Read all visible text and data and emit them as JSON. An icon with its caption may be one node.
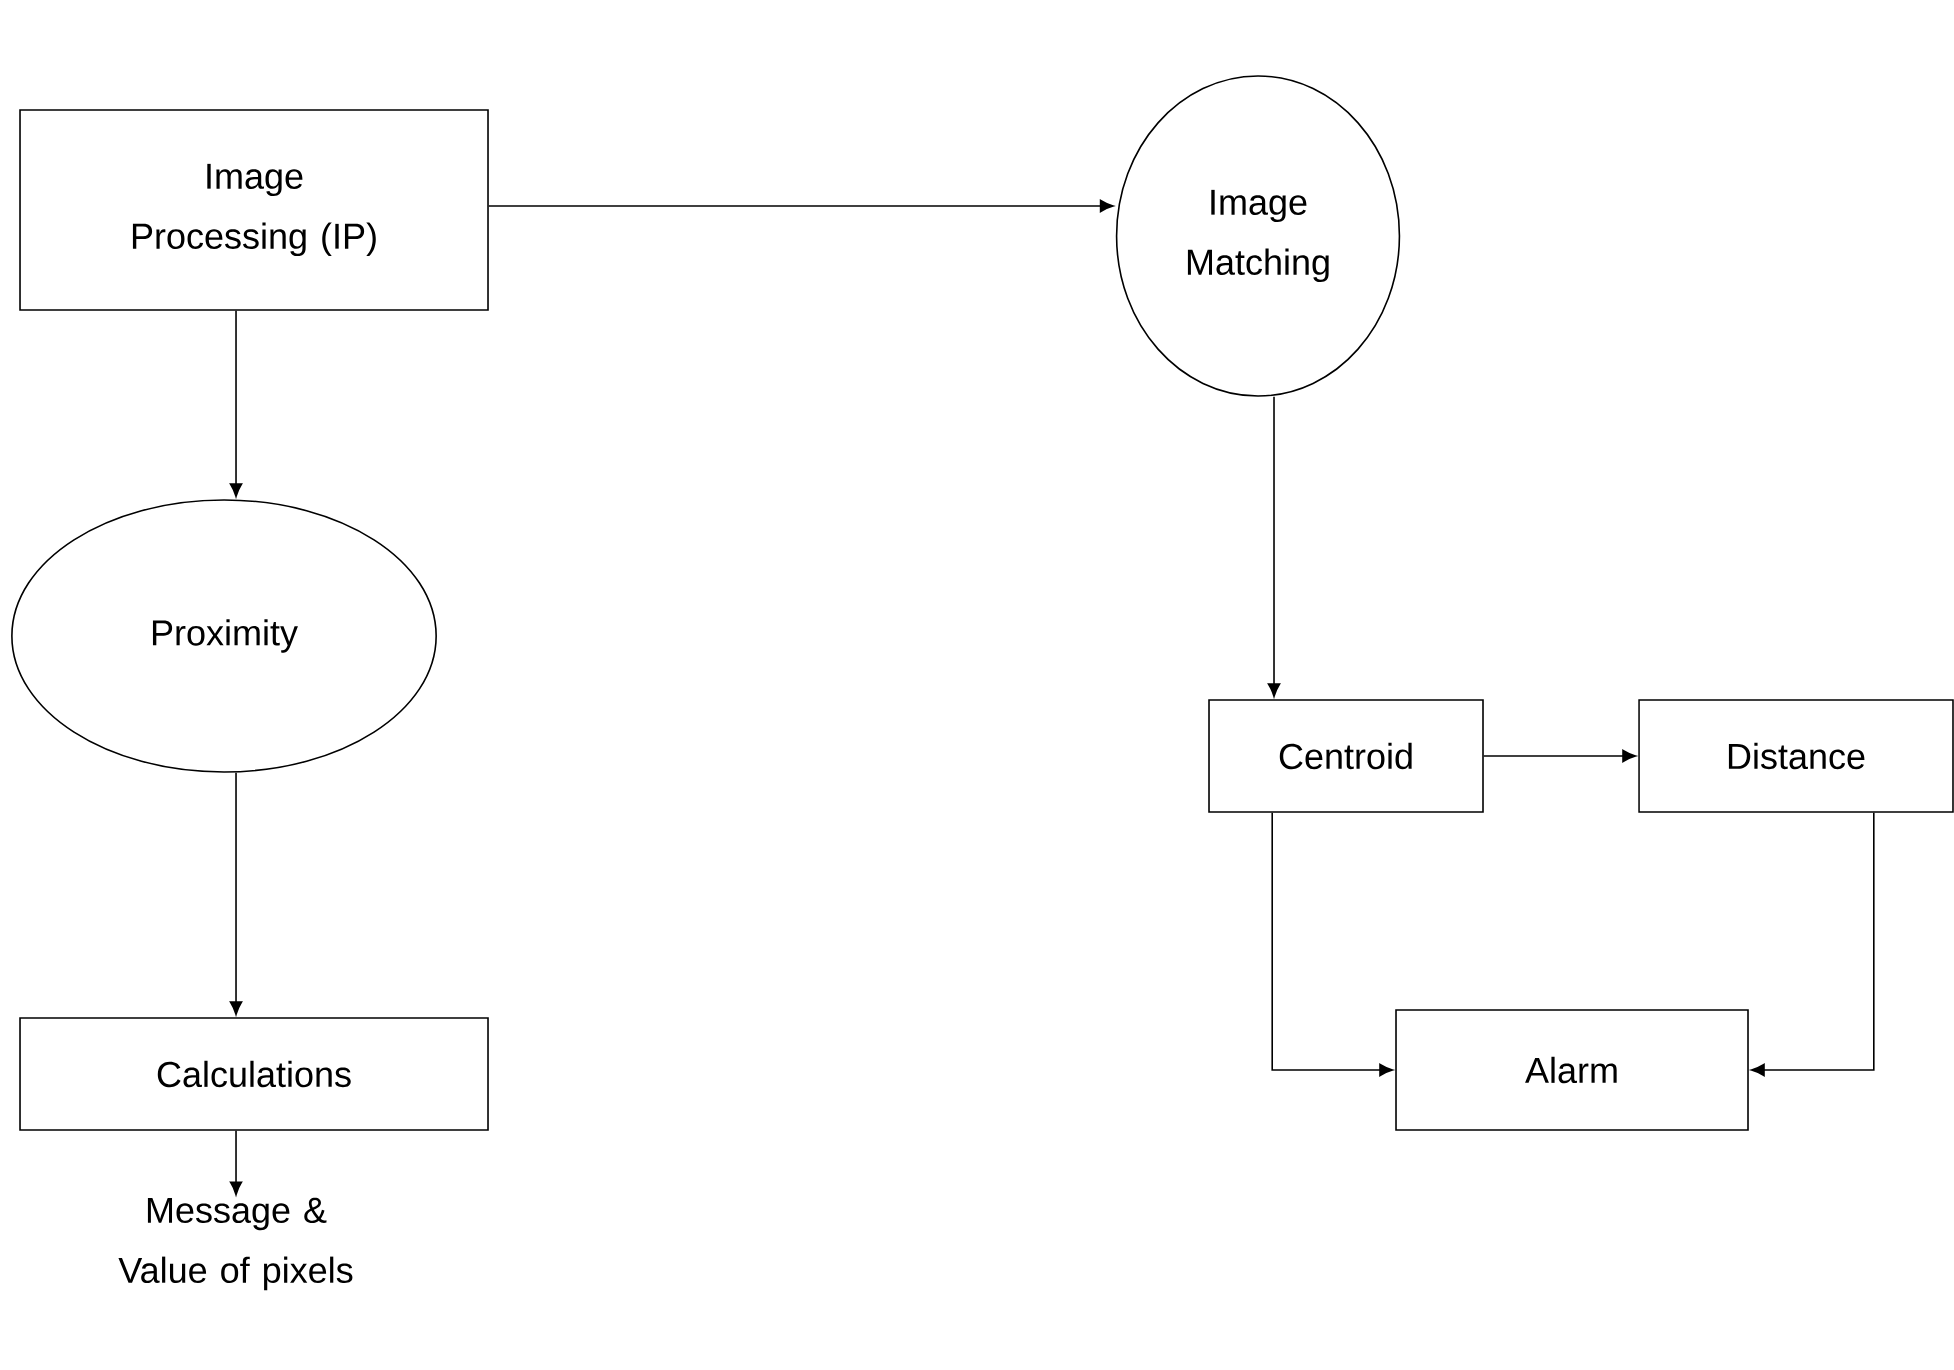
{
  "diagram": {
    "nodes": [
      {
        "text": [
          "Image Processing (IP)"
        ]
      },
      {
        "text": [
          "Image Matching"
        ]
      },
      {
        "text": [
          "Proximity"
        ]
      },
      {
        "text": [
          "Calculations"
        ]
      },
      {
        "text": [
          "Message & Value of pixels"
        ]
      },
      {
        "text": [
          "Centroid"
        ]
      },
      {
        "text": [
          "Distance"
        ]
      },
      {
        "text": [
          "Alarm"
        ]
      }
    ],
    "edges": [
      {
        "from": 0,
        "to": 1,
        "arrow": "to"
      },
      {
        "from": 0,
        "to": 2,
        "arrow": "to"
      },
      {
        "from": 2,
        "to": 3,
        "arrow": "to"
      },
      {
        "from": 3,
        "to": 4,
        "arrow": "to"
      },
      {
        "from": 1,
        "to": 5,
        "arrow": "to"
      },
      {
        "from": 5,
        "to": 6,
        "arrow": "to"
      },
      {
        "from": 5,
        "to": 7,
        "arrow": "to"
      },
      {
        "from": 6,
        "to": 7,
        "arrow": "to"
      }
    ]
  }
}
